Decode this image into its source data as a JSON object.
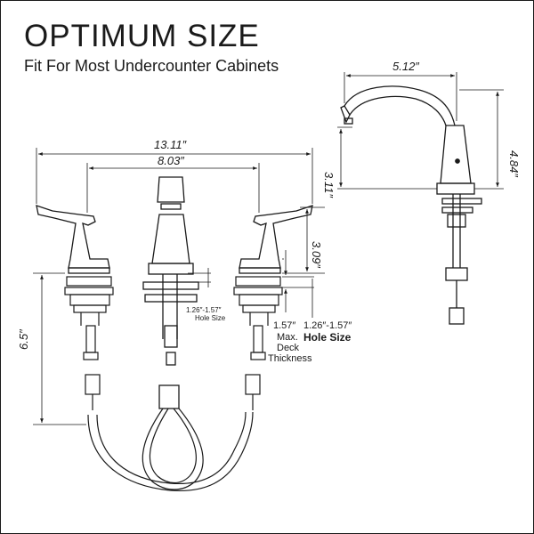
{
  "header": {
    "title": "OPTIMUM SIZE",
    "subtitle": "Fit For Most Undercounter Cabinets"
  },
  "dimensions": {
    "spout_reach": "5.12″",
    "spout_height": "4.84″",
    "spout_base_height": "3.11″",
    "overall_width": "13.11″",
    "handle_spacing": "8.03″",
    "handle_height": "3.09″",
    "below_deck_length": "6.5″",
    "small_hole_size": "1.26″-1.57″",
    "small_hole_label": "Hole Size",
    "deck_thickness_value": "1.57″",
    "deck_thickness_label_1": "Max.",
    "deck_thickness_label_2": "Deck",
    "deck_thickness_label_3": "Thickness",
    "hole_size_value": "1.26″-1.57″",
    "hole_size_label": "Hole Size"
  },
  "colors": {
    "line": "#1a1a1a",
    "fill": "#ffffff"
  }
}
